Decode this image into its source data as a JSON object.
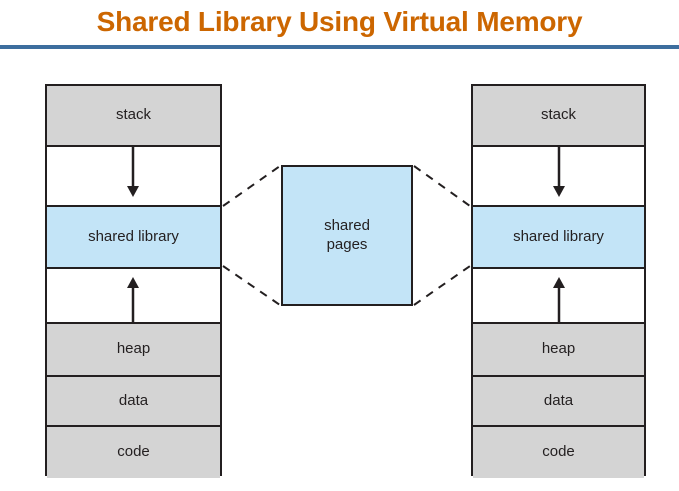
{
  "header": {
    "title": "Shared Library Using Virtual Memory",
    "title_color": "#cc6600",
    "rule_color": "#3d6e9e"
  },
  "palette": {
    "segment_gray": "#d4d4d4",
    "shared_blue": "#c3e4f7",
    "outline": "#231f20",
    "background": "#ffffff"
  },
  "diagram": {
    "type": "memory-layout",
    "shared_pages": {
      "label": "shared\npages",
      "fill": "#c3e4f7"
    },
    "address_spaces": [
      {
        "name": "left-process",
        "segments": [
          {
            "label": "stack",
            "fill": "gray"
          },
          {
            "label": "",
            "fill": "white",
            "arrow": "down"
          },
          {
            "label": "shared library",
            "fill": "blue"
          },
          {
            "label": "",
            "fill": "white",
            "arrow": "up"
          },
          {
            "label": "heap",
            "fill": "gray"
          },
          {
            "label": "data",
            "fill": "gray"
          },
          {
            "label": "code",
            "fill": "gray"
          }
        ]
      },
      {
        "name": "right-process",
        "segments": [
          {
            "label": "stack",
            "fill": "gray"
          },
          {
            "label": "",
            "fill": "white",
            "arrow": "down"
          },
          {
            "label": "shared library",
            "fill": "blue"
          },
          {
            "label": "",
            "fill": "white",
            "arrow": "up"
          },
          {
            "label": "heap",
            "fill": "gray"
          },
          {
            "label": "data",
            "fill": "gray"
          },
          {
            "label": "code",
            "fill": "gray"
          }
        ]
      }
    ],
    "connectors": [
      {
        "from": "left-shared-library-top",
        "to": "shared-pages-top-left",
        "style": "dashed"
      },
      {
        "from": "left-shared-library-bottom",
        "to": "shared-pages-bottom-left",
        "style": "dashed"
      },
      {
        "from": "right-shared-library-top",
        "to": "shared-pages-top-right",
        "style": "dashed"
      },
      {
        "from": "right-shared-library-bottom",
        "to": "shared-pages-bottom-right",
        "style": "dashed"
      }
    ]
  }
}
